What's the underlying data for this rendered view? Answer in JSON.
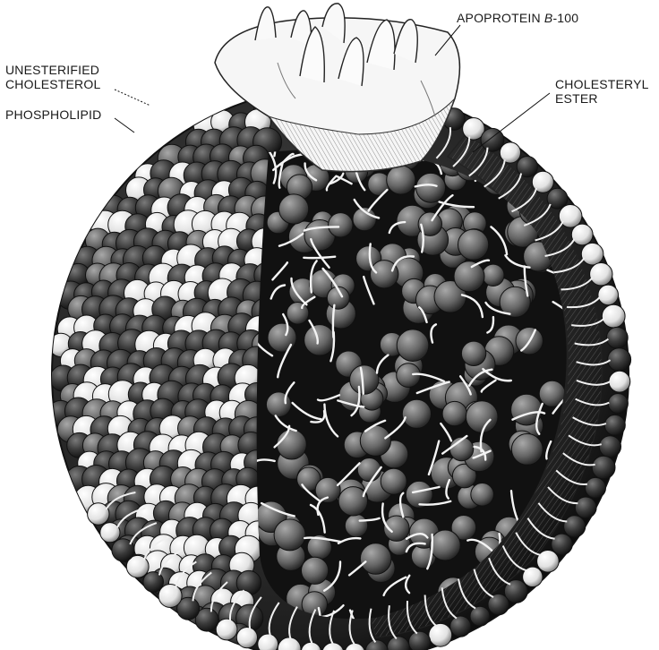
{
  "labels": {
    "apoprotein_prefix": "APOPROTEIN ",
    "apoprotein_letter": "B",
    "apoprotein_suffix": "-100",
    "unesterified_1": "UNESTERIFIED",
    "unesterified_2": "CHOLESTEROL",
    "phospholipid": "PHOSPHOLIPID",
    "cholesteryl_1": "CHOLESTERYL",
    "cholesteryl_2": "ESTER"
  },
  "colors": {
    "background": "#ffffff",
    "ink": "#1a1a1a",
    "dark_sphere": "#3a3a3a",
    "mid_sphere": "#6a6a6a",
    "light_sphere": "#e8e8e8",
    "hatch": "#555555",
    "protein_fill": "#f4f4f4"
  }
}
